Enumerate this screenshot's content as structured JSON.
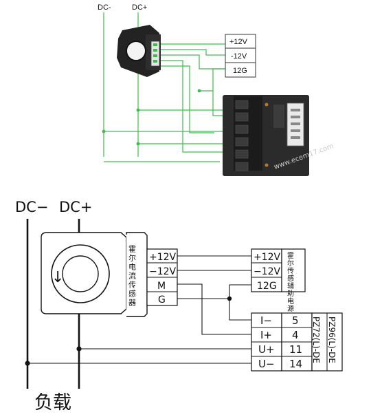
{
  "photo_section": {
    "bus_labels": {
      "dc_minus": "DC-",
      "dc_plus": "DC+"
    },
    "supply_labels": [
      "+12V",
      "-12V",
      "12G"
    ]
  },
  "schematic_section": {
    "bus_labels": {
      "dc_minus": "DC−",
      "dc_plus": "DC+"
    },
    "sensor_name": "霍尔电流传感器",
    "sensor_pins": [
      "+12V",
      "−12V",
      "M",
      "G"
    ],
    "aux_supply_name": "霍尔传感辅助电源",
    "aux_supply_pins": [
      "+12V",
      "−12V",
      "12G"
    ],
    "meter_terminals": [
      {
        "signal": "I−",
        "number": "5"
      },
      {
        "signal": "I+",
        "number": "4"
      },
      {
        "signal": "U+",
        "number": "11"
      },
      {
        "signal": "U−",
        "number": "14"
      }
    ],
    "meter_models": [
      "PZ72(L)-DE",
      "PZ96(L)-DE"
    ],
    "load_label": "负载",
    "current_direction_arrow": "↓"
  },
  "watermark": "www.ecem17.com",
  "colors": {
    "green_wire": "#3bbf4a",
    "black_wire": "#111111",
    "device_body": "#2a2a2a"
  }
}
